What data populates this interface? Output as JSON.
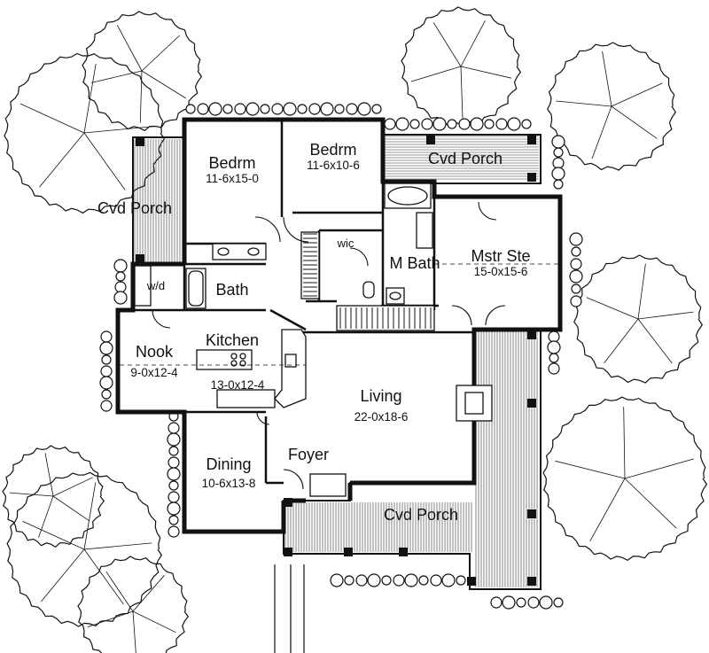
{
  "rooms": {
    "bedrm1": {
      "name": "Bedrm",
      "dims": "11-6x15-0"
    },
    "bedrm2": {
      "name": "Bedrm",
      "dims": "11-6x10-6"
    },
    "cvd_porch_top": {
      "name": "Cvd Porch"
    },
    "cvd_porch_left": {
      "name": "Cvd Porch"
    },
    "cvd_porch_front": {
      "name": "Cvd Porch"
    },
    "wic": {
      "name": "wic"
    },
    "m_bath": {
      "name": "M Bath"
    },
    "mstr_ste": {
      "name": "Mstr Ste",
      "dims": "15-0x15-6"
    },
    "wd": {
      "name": "w/d"
    },
    "bath": {
      "name": "Bath"
    },
    "kitchen": {
      "name": "Kitchen",
      "dims": "13-0x12-4"
    },
    "nook": {
      "name": "Nook",
      "dims": "9-0x12-4"
    },
    "living": {
      "name": "Living",
      "dims": "22-0x18-6"
    },
    "dining": {
      "name": "Dining",
      "dims": "10-6x13-8"
    },
    "foyer": {
      "name": "Foyer"
    }
  }
}
